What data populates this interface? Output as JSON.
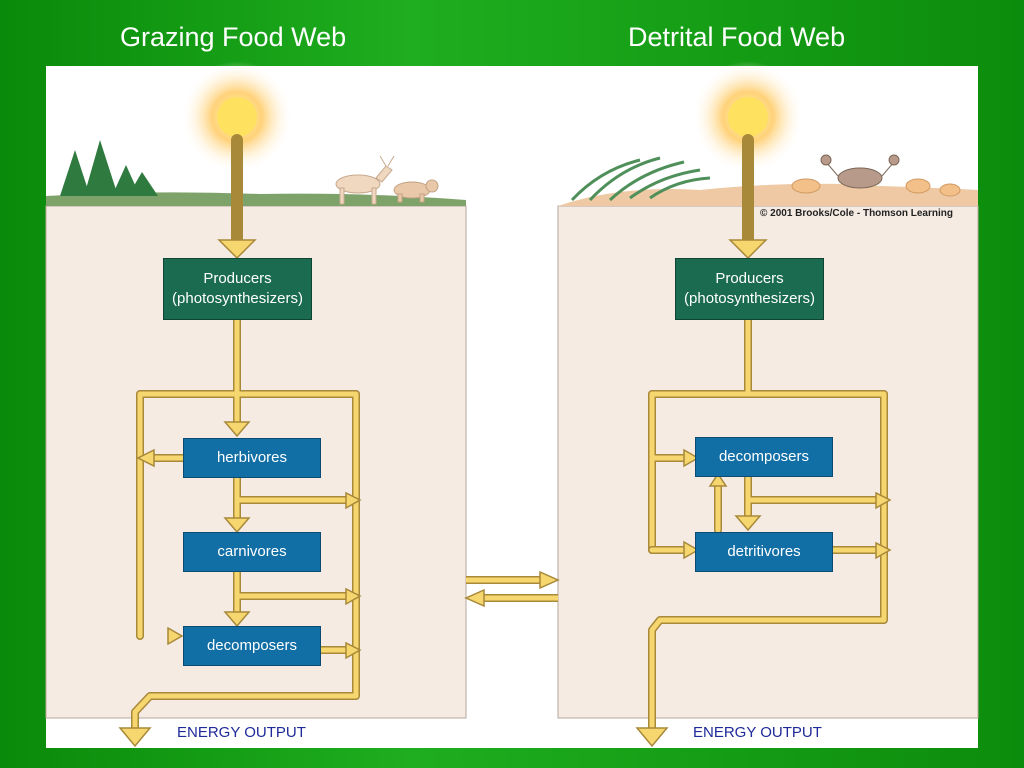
{
  "titles": {
    "left": "Grazing Food Web",
    "right": "Detrital Food Web"
  },
  "grazing": {
    "producers_line1": "Producers",
    "producers_line2": "(photosynthesizers)",
    "herbivores": "herbivores",
    "carnivores": "carnivores",
    "decomposers": "decomposers",
    "energy_output": "ENERGY OUTPUT"
  },
  "detrital": {
    "producers_line1": "Producers",
    "producers_line2": "(photosynthesizers)",
    "decomposers": "decomposers",
    "detritivores": "detritivores",
    "energy_output": "ENERGY OUTPUT"
  },
  "copyright": "© 2001 Brooks/Cole - Thomson Learning",
  "colors": {
    "background": "#0f9a0f",
    "producer_box": "#1a6b4f",
    "consumer_box": "#126fa6",
    "arrow_fill": "#f6d66f",
    "arrow_edge": "#a8893a",
    "soil": "#f5ebe3",
    "energy_text": "#1e2a9a"
  }
}
